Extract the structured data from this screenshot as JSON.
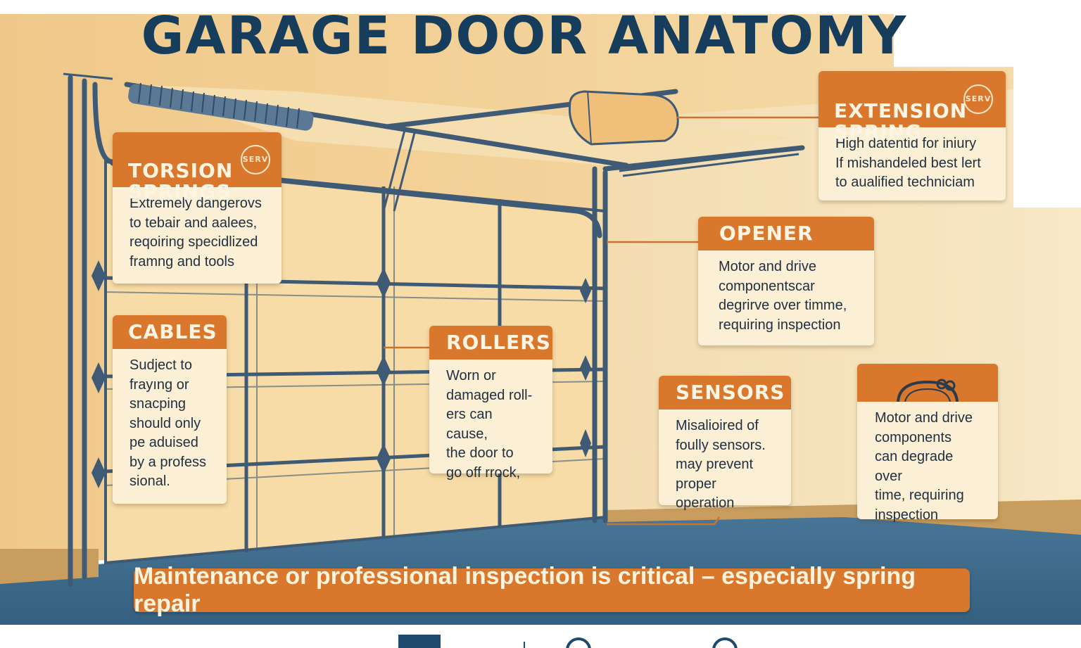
{
  "title": "GARAGE DOOR ANATOMY",
  "cards": {
    "torsion": {
      "label": "TORSION\nSPRINGS",
      "badge": "SERV",
      "text": "Extremely dangerovs\nto tebair and aalees,\nreqoiring specidlized\nframng and tools"
    },
    "extension": {
      "label": "EXTENSION\nSPRING",
      "badge": "SERV",
      "text": "High datentid for iniury\nIf mishandeled best lert\nto aualified techniciam"
    },
    "opener": {
      "label": "OPENER",
      "text": "Motor and drive\ncomponentscar\ndegrirve over timme,\nrequiring inspection"
    },
    "cables": {
      "label": "CABLES",
      "text": "Sudject to\nfrayıng or\nsnacping\nshould only\npe aduised\nby a profess\nsional."
    },
    "rollers": {
      "label": "ROLLERS",
      "text": "Worn or\ndamaged roll-\ners can cause,\nthe door to\ngo off rrock,"
    },
    "sensors": {
      "label": "SENSORS",
      "text": "Misalioired of\nfoully sensors.\nmay prevent\nproper operation"
    },
    "motor": {
      "icon": "cable-coil-icon",
      "text": "Motor and drive\ncomponents\ncan degrade over\ntime, requiring\ninspection"
    }
  },
  "banner": "Maintenance or professional inspection is critical – especially spring repair",
  "colors": {
    "accent": "#d9782d",
    "navy": "#163d5c",
    "card": "#fbefd6",
    "floor": "#3f6b8c",
    "wall": "#f4d9a6",
    "steel": "#4a6580"
  },
  "icons": [
    "spring-icon",
    "opener-motor-icon",
    "roller-icon",
    "cable-coil-icon",
    "footer-logo-icon"
  ]
}
